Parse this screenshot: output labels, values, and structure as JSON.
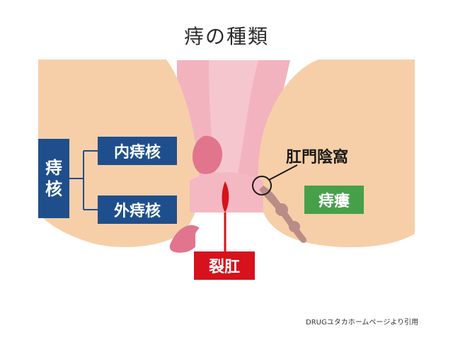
{
  "title": "痔の種類",
  "labels": {
    "hemorrhoid_core_line1": "痔",
    "hemorrhoid_core_line2": "核",
    "internal_hemorrhoid": "内痔核",
    "external_hemorrhoid": "外痔核",
    "anal_crypt": "肛門陰窩",
    "anal_fistula": "痔瘻",
    "anal_fissure": "裂肛"
  },
  "source": "DRUGユタカホームページより引用",
  "colors": {
    "skin": "#f6cfa8",
    "canal_pink": "#f2b3bf",
    "hemorrhoid_pink": "#e1758d",
    "navy_label": "#1e4f8c",
    "green_label": "#46a04a",
    "red_label": "#d7121c",
    "fistula_tract": "#b98d86"
  }
}
